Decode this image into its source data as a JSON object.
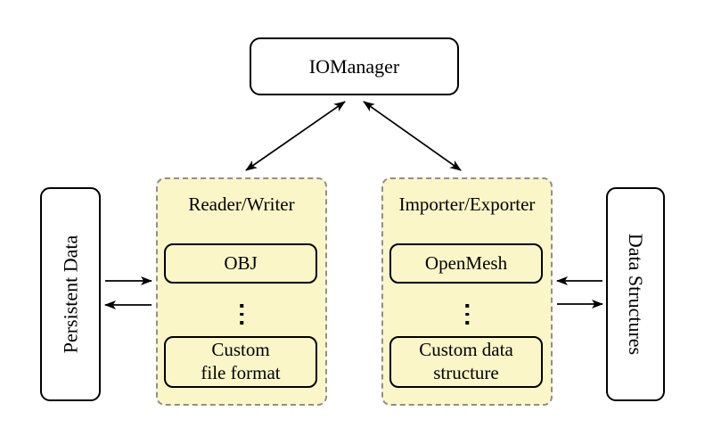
{
  "diagram": {
    "nodes": {
      "iomanager": {
        "label": "IOManager"
      },
      "persistent_data": {
        "label": "Persistent Data"
      },
      "data_structures": {
        "label": "Data Structures"
      },
      "reader_writer": {
        "title": "Reader/Writer",
        "items": [
          {
            "lines": [
              "OBJ"
            ]
          },
          {
            "lines": [
              "Custom",
              "file format"
            ]
          }
        ]
      },
      "importer_exporter": {
        "title": "Importer/Exporter",
        "items": [
          {
            "lines": [
              "OpenMesh"
            ]
          },
          {
            "lines": [
              "Custom data",
              "structure"
            ]
          }
        ]
      }
    },
    "edges": [
      {
        "from": "IOManager",
        "to": "Reader/Writer",
        "direction": "bidirectional"
      },
      {
        "from": "IOManager",
        "to": "Importer/Exporter",
        "direction": "bidirectional"
      },
      {
        "from": "Persistent Data",
        "to": "Reader/Writer",
        "direction": "forward"
      },
      {
        "from": "Reader/Writer",
        "to": "Persistent Data",
        "direction": "forward"
      },
      {
        "from": "Data Structures",
        "to": "Importer/Exporter",
        "direction": "forward"
      },
      {
        "from": "Importer/Exporter",
        "to": "Data Structures",
        "direction": "forward"
      }
    ],
    "colors": {
      "panel_fill": "#FAF6C8",
      "panel_border": "#8F8F8F",
      "node_fill": "#FFFFFF",
      "stroke": "#000000"
    }
  }
}
